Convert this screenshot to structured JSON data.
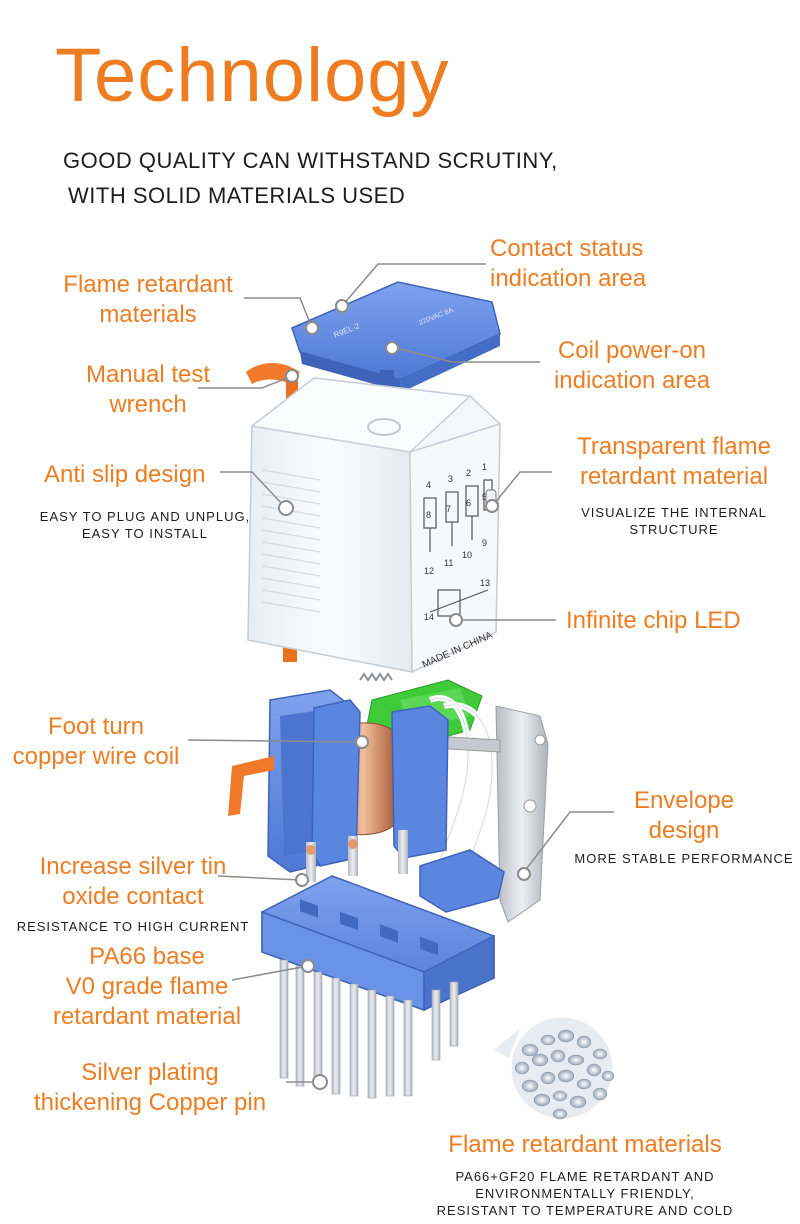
{
  "header": {
    "title": "Technology",
    "subtitle_line1": "GOOD QUALITY CAN WITHSTAND SCRUTINY,",
    "subtitle_line2": "WITH SOLID MATERIALS USED"
  },
  "callouts": {
    "contact_status": {
      "line1": "Contact status",
      "line2": "indication area"
    },
    "flame_retardant_top": {
      "line1": "Flame retardant",
      "line2": "materials"
    },
    "coil_power_on": {
      "line1": "Coil power-on",
      "line2": "indication area"
    },
    "manual_test": {
      "line1": "Manual test",
      "line2": "wrench"
    },
    "anti_slip": {
      "line1": "Anti slip design",
      "note1": "EASY TO PLUG AND UNPLUG,",
      "note2": "EASY TO INSTALL"
    },
    "transparent": {
      "line1": "Transparent flame",
      "line2": "retardant material",
      "note1": "VISUALIZE THE INTERNAL",
      "note2": "STRUCTURE"
    },
    "chip_led": {
      "line1": "Infinite chip LED"
    },
    "foot_turn": {
      "line1": "Foot turn",
      "line2": "copper wire coil"
    },
    "envelope": {
      "line1": "Envelope",
      "line2": "design",
      "note1": "MORE STABLE PERFORMANCE"
    },
    "silver_tin": {
      "line1": "Increase silver tin",
      "line2": "oxide contact",
      "note1": "RESISTANCE TO HIGH CURRENT"
    },
    "pa66_base": {
      "line1": "PA66 base",
      "line2": "V0 grade flame",
      "line3": "retardant material"
    },
    "silver_plating": {
      "line1": "Silver plating",
      "line2": "thickening Copper pin"
    },
    "flame_bottom": {
      "line1": "Flame retardant materials",
      "note1": "PA66+GF20 FLAME RETARDANT AND",
      "note2": "ENVIRONMENTALLY FRIENDLY,",
      "note3": "RESISTANT TO TEMPERATURE AND COLD"
    }
  },
  "relay_print": {
    "made_in": "MADE IN CHINA",
    "terminals": [
      "4",
      "3",
      "2",
      "1",
      "8",
      "7",
      "6",
      "5",
      "12",
      "11",
      "10",
      "9",
      "14",
      "13"
    ]
  },
  "colors": {
    "accent": "#ee7d22",
    "blue_plastic": "#5b86e0",
    "clear_housing": "#f0f3f7",
    "metal": "#c9ccd1",
    "copper": "#d8946b",
    "led_green": "#3fca3a",
    "wrench_orange": "#f07a2a"
  },
  "icons": [
    "callout-dot-icon",
    "granules-icon",
    "relay-illustration"
  ]
}
